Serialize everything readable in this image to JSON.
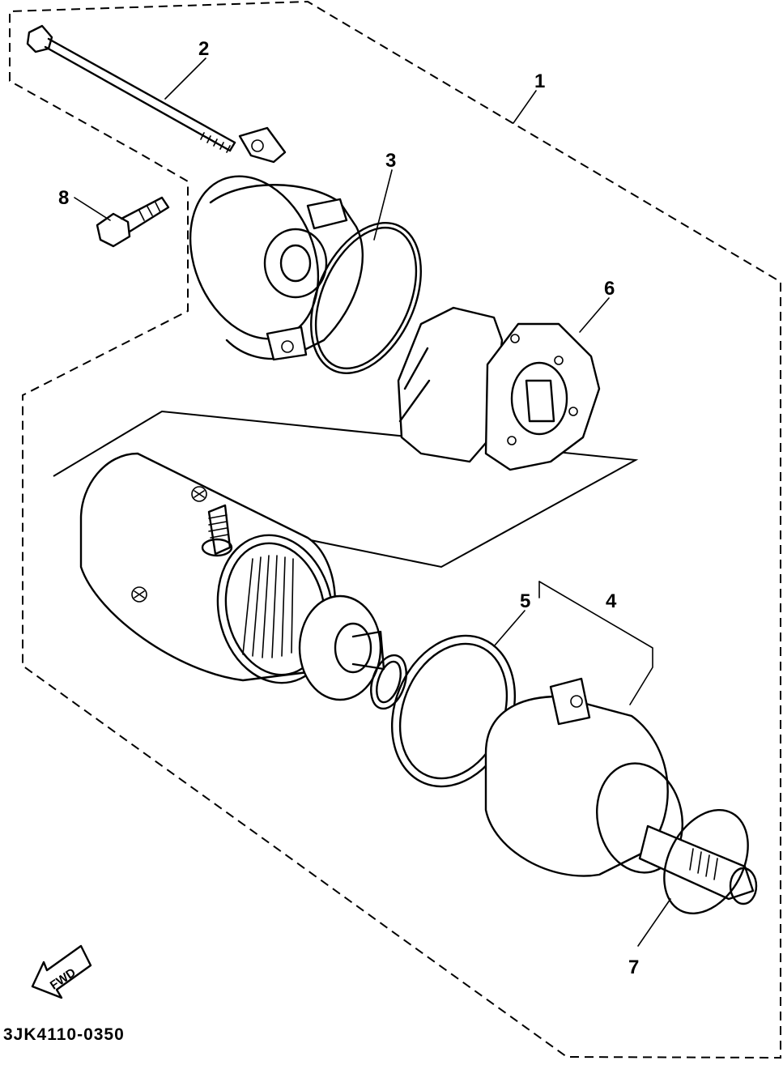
{
  "diagram": {
    "callouts": [
      {
        "id": "1",
        "text": "1"
      },
      {
        "id": "2",
        "text": "2"
      },
      {
        "id": "3",
        "text": "3"
      },
      {
        "id": "4",
        "text": "4"
      },
      {
        "id": "5",
        "text": "5"
      },
      {
        "id": "6",
        "text": "6"
      },
      {
        "id": "7",
        "text": "7"
      },
      {
        "id": "8",
        "text": "8"
      }
    ],
    "fwd_label": "FWD",
    "drawing_number": "3JK4110-0350"
  }
}
